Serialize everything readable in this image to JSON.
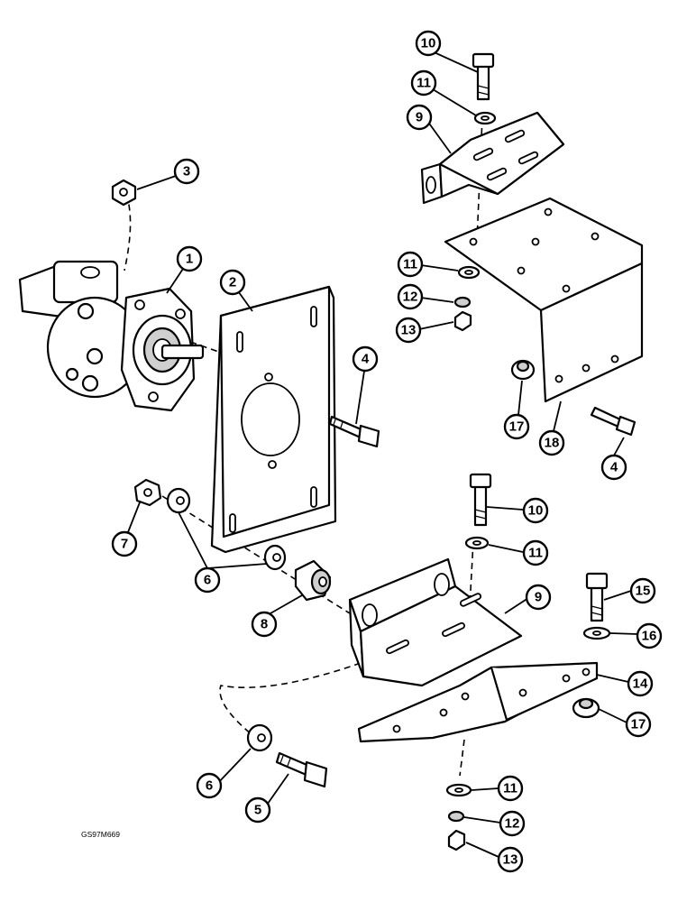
{
  "drawing_code": "GS97M669",
  "callouts": [
    {
      "number": "10"
    },
    {
      "number": "11"
    },
    {
      "number": "9"
    },
    {
      "number": "3"
    },
    {
      "number": "1"
    },
    {
      "number": "2"
    },
    {
      "number": "11"
    },
    {
      "number": "12"
    },
    {
      "number": "13"
    },
    {
      "number": "4"
    },
    {
      "number": "17"
    },
    {
      "number": "18"
    },
    {
      "number": "4"
    },
    {
      "number": "10"
    },
    {
      "number": "11"
    },
    {
      "number": "7"
    },
    {
      "number": "6"
    },
    {
      "number": "8"
    },
    {
      "number": "9"
    },
    {
      "number": "15"
    },
    {
      "number": "16"
    },
    {
      "number": "14"
    },
    {
      "number": "17"
    },
    {
      "number": "6"
    },
    {
      "number": "5"
    },
    {
      "number": "11"
    },
    {
      "number": "12"
    },
    {
      "number": "13"
    }
  ]
}
